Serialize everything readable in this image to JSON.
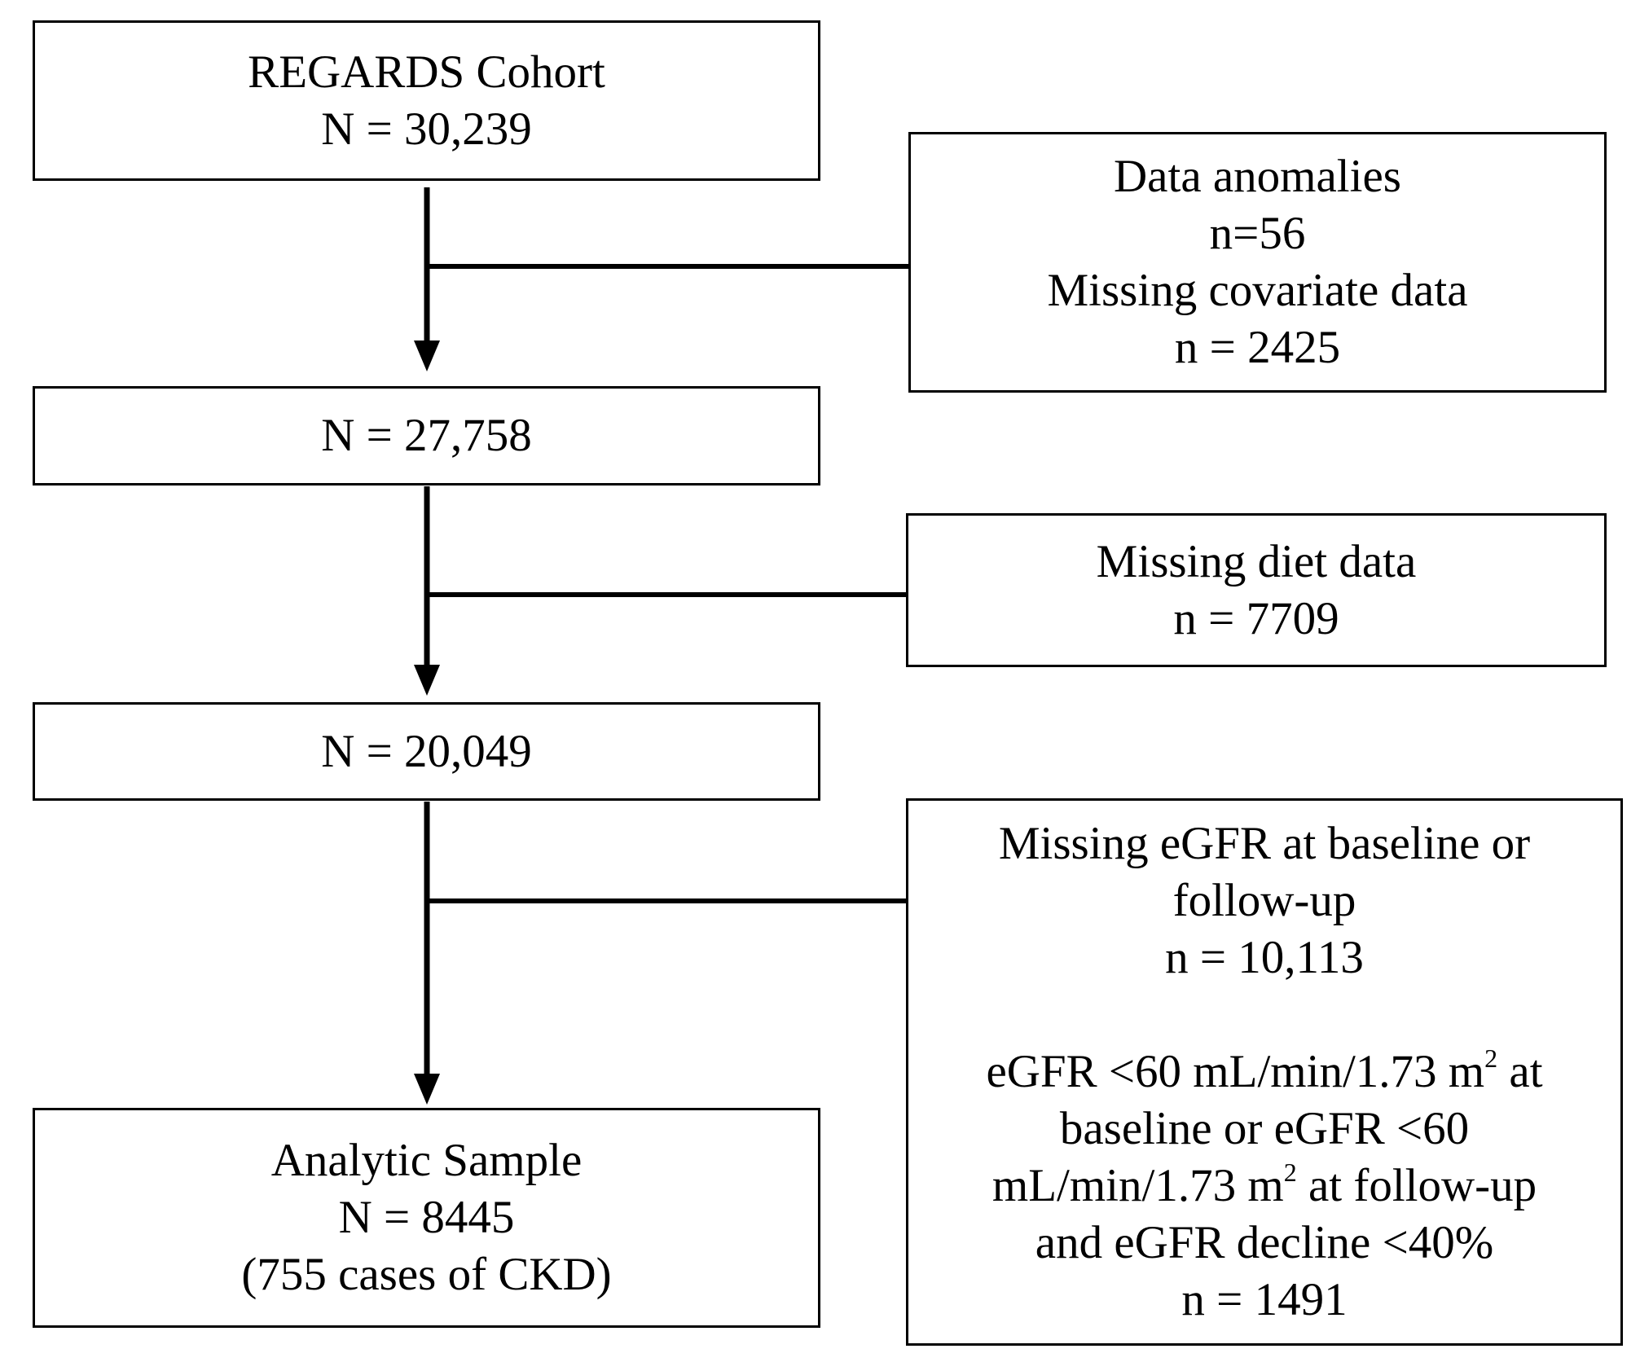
{
  "main_boxes": {
    "cohort": {
      "title": "REGARDS Cohort",
      "n": "N = 30,239"
    },
    "step1": {
      "n": "N = 27,758"
    },
    "step2": {
      "n": "N = 20,049"
    },
    "analytic": {
      "title": "Analytic Sample",
      "n": "N = 8445",
      "note": "(755 cases of CKD)"
    }
  },
  "exclusions": {
    "ex1": {
      "anomalies_label": "Data anomalies",
      "anomalies_n": "n=56",
      "covariate_label": "Missing covariate data",
      "covariate_n": "n = 2425"
    },
    "ex2": {
      "label": "Missing diet data",
      "n": "n = 7709"
    },
    "ex3": {
      "egfr_missing_line1": "Missing eGFR at baseline or",
      "egfr_missing_line2": "follow-up",
      "egfr_missing_n": "n = 10,113",
      "egfr_low_line1_a": "eGFR <60 mL/min/1.73 m",
      "egfr_low_line1_sup": "2",
      "egfr_low_line1_b": " at",
      "egfr_low_line2": "baseline or eGFR <60",
      "egfr_low_line3_a": "mL/min/1.73 m",
      "egfr_low_line3_sup": "2",
      "egfr_low_line3_b": " at follow-up",
      "egfr_low_line4": "and eGFR decline <40%",
      "egfr_low_n": "n = 1491"
    }
  }
}
